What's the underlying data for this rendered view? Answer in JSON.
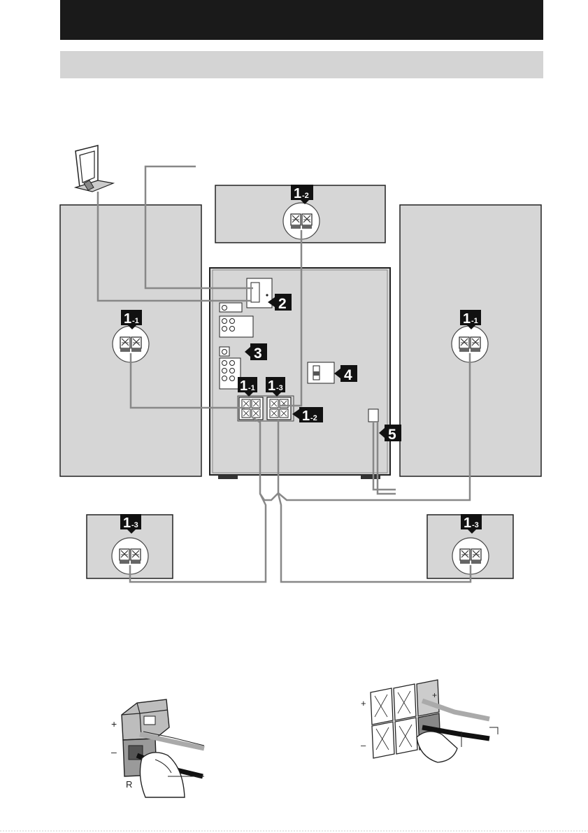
{
  "header": {
    "title": "",
    "subtitle": ""
  },
  "callouts": {
    "c1_1": {
      "main": "1",
      "sub": "-1"
    },
    "c1_2": {
      "main": "1",
      "sub": "-2"
    },
    "c1_3": {
      "main": "1",
      "sub": "-3"
    },
    "c2": "2",
    "c3": "3",
    "c4": "4",
    "c5": "5"
  },
  "terminal_detail": {
    "plus": "+",
    "minus": "–",
    "channel": "R"
  },
  "colors": {
    "panel": "#d6d6d6",
    "header": "#1a1a1a",
    "subheader": "#d4d4d4",
    "wire": "#888888",
    "callout_bg": "#111111"
  },
  "icons": [
    "am-loop-antenna-icon",
    "speaker-terminal-icon",
    "power-cord-icon",
    "hand-icon"
  ]
}
